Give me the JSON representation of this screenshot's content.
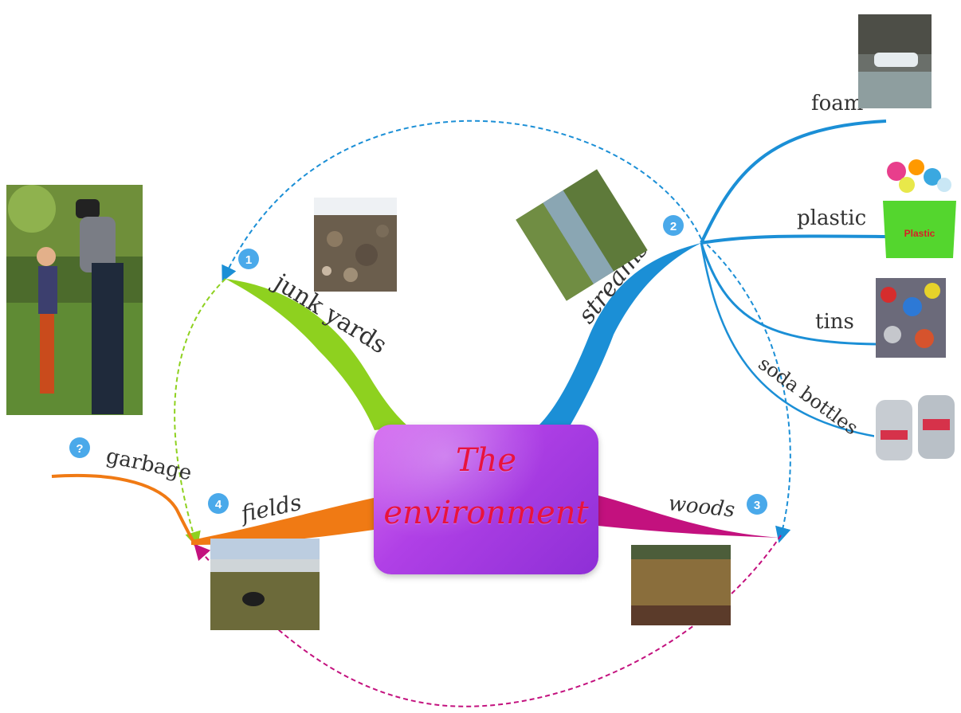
{
  "central": {
    "line1": "The",
    "line2": "environment"
  },
  "branches": {
    "junk_yards": "junk yards",
    "streams": "streams",
    "woods": "woods",
    "fields": "fields",
    "garbage": "garbage"
  },
  "sub_branches": {
    "foam": "foam",
    "plastic": "plastic",
    "tins": "tins",
    "soda_bottles": "soda bottles"
  },
  "badges": {
    "b1": "1",
    "b2": "2",
    "b3": "3",
    "b4": "4",
    "help": "?"
  },
  "bin_label": "Plastic",
  "colors": {
    "green": "#8ed11f",
    "blue": "#1b8fd6",
    "magenta": "#c3117e",
    "orange": "#f07a14",
    "badge": "#4aa9ea"
  }
}
